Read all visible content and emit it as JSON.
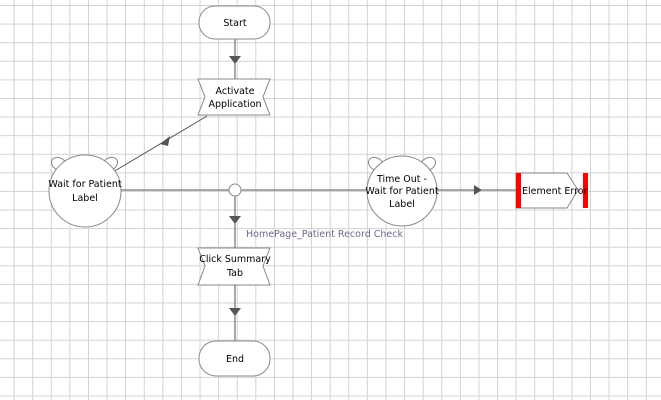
{
  "nodes": {
    "start": "Start",
    "activate": [
      "Activate",
      "Application"
    ],
    "wait": [
      "Wait for Patient",
      "Label"
    ],
    "timeout": [
      "Time Out -",
      "Wait for Patient",
      "Label"
    ],
    "error": "Element Error",
    "click": [
      "Click Summary",
      "Tab"
    ],
    "end": "End"
  },
  "edges": {
    "condition_label": "HomePage_Patient Record Check"
  },
  "colors": {
    "error_bar": "#ff0000",
    "edge": "#555555"
  }
}
